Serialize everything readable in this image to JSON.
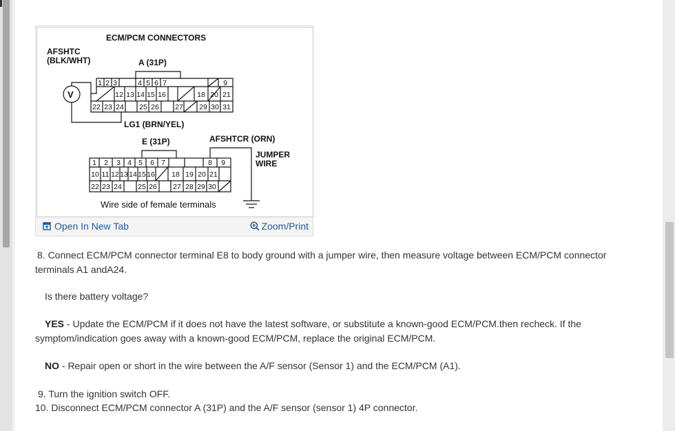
{
  "figure": {
    "title": "ECM/PCM CONNECTORS",
    "labels": {
      "afshtc": "AFSHTC",
      "afshtc_wire": "(BLK/WHT)",
      "conn_a": "A (31P)",
      "lg1": "LG1 (BRN/YEL)",
      "conn_e": "E (31P)",
      "afshtcr": "AFSHTCR (ORN)",
      "jumper1": "JUMPER",
      "jumper2": "WIRE",
      "wire_side": "Wire side of female terminals",
      "voltmeter": "V"
    },
    "connector_a": {
      "row1": [
        "1",
        "2",
        "3",
        "4",
        "5",
        "6",
        "7",
        "",
        "9"
      ],
      "row2": [
        "",
        "12",
        "13",
        "14",
        "15",
        "16",
        "",
        "18",
        "",
        "20",
        "21"
      ],
      "row3": [
        "22",
        "23",
        "24",
        "",
        "25",
        "26",
        "",
        "27",
        "",
        "29",
        "30",
        "31"
      ]
    },
    "connector_e": {
      "row1": [
        "1",
        "2",
        "3",
        "4",
        "5",
        "6",
        "7",
        "",
        "8",
        "9"
      ],
      "row2": [
        "10",
        "11",
        "12",
        "13",
        "14",
        "15",
        "16",
        "",
        "18",
        "19",
        "20",
        "21"
      ],
      "row3": [
        "22",
        "23",
        "24",
        "",
        "25",
        "26",
        "",
        "27",
        "28",
        "29",
        "30",
        ""
      ]
    },
    "links": {
      "open_new_tab": "Open In New Tab",
      "zoom_print": "Zoom/Print"
    }
  },
  "steps": {
    "s8": "8. Connect ECM/PCM connector terminal E8 to body ground with a jumper wire, then measure voltage between ECM/PCM connector terminals A1 andA24.",
    "question": "Is there battery voltage?",
    "yes_label": "YES",
    "yes_text": " - Update the ECM/PCM if it does not have the latest software, or substitute a known-good ECM/PCM.then recheck. If the symptom/indication goes away with a known-good ECM/PCM, replace the original ECM/PCM.",
    "no_label": "NO",
    "no_text": " - Repair open or short in the wire between the A/F sensor (Sensor 1) and the ECM/PCM (A1).",
    "s9": "9. Turn the ignition switch OFF.",
    "s10": "10. Disconnect ECM/PCM connector A (31P) and the A/F sensor (sensor 1) 4P connector."
  }
}
